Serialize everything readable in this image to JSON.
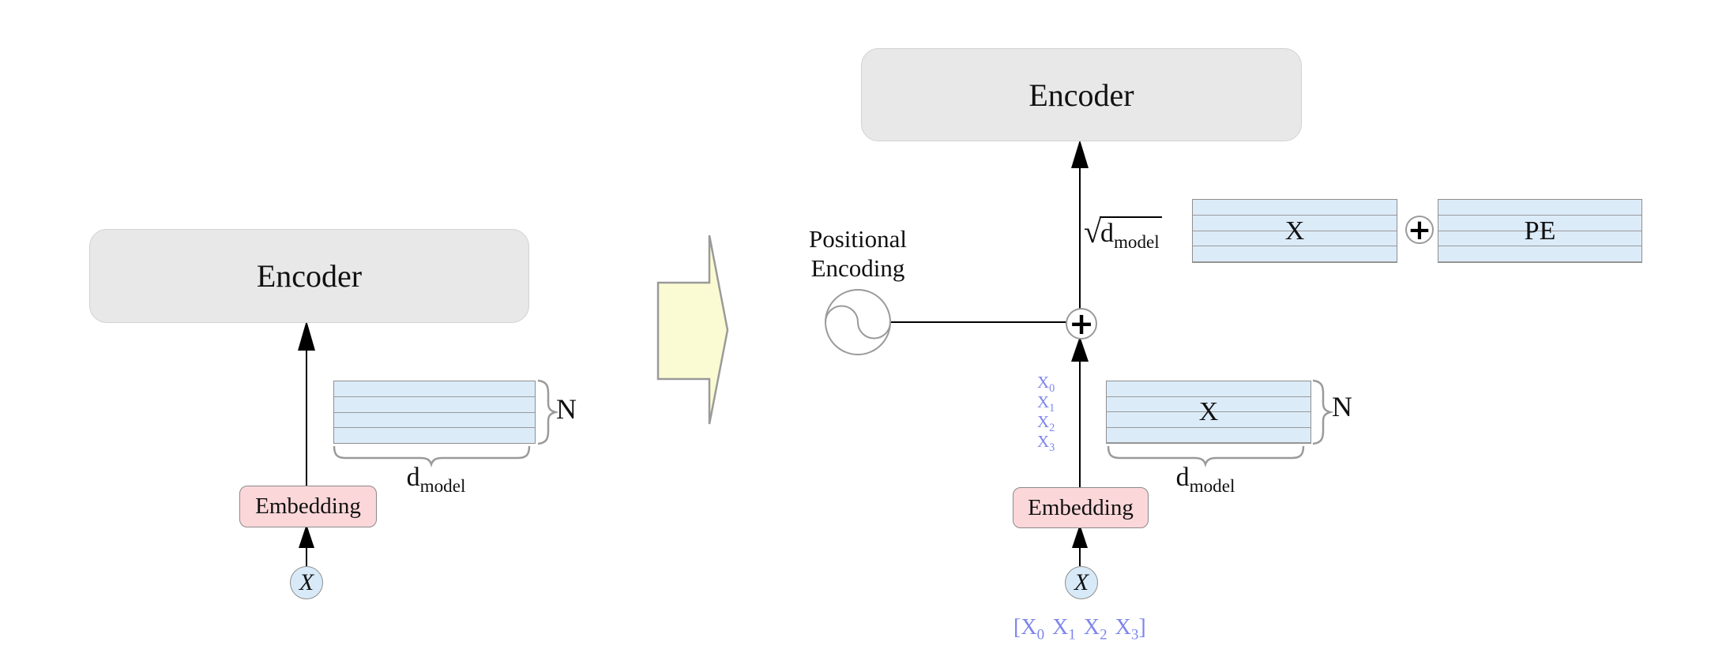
{
  "left_panel": {
    "encoder_label": "Encoder",
    "embedding_label": "Embedding",
    "input_label": "X",
    "matrix": {
      "row_count": 4,
      "n_label": "N",
      "dim_base": "d",
      "dim_sub": "model"
    }
  },
  "right_panel": {
    "encoder_label": "Encoder",
    "positional_line1": "Positional",
    "positional_line2": "Encoding",
    "scale_radical": "√",
    "scale_base": "d",
    "scale_sub": "model",
    "adder_plus": "+",
    "sum_plus": "+",
    "token_column": [
      {
        "base": "X",
        "sub": "0"
      },
      {
        "base": "X",
        "sub": "1"
      },
      {
        "base": "X",
        "sub": "2"
      },
      {
        "base": "X",
        "sub": "3"
      }
    ],
    "x_matrix_label": "X",
    "pe_matrix_label": "PE",
    "matrix": {
      "row_count": 4,
      "n_label": "N",
      "dim_base": "d",
      "dim_sub": "model"
    },
    "embedding_label": "Embedding",
    "input_label": "X",
    "sequence": {
      "open": "[",
      "close": "]",
      "tokens": [
        {
          "base": "X",
          "sub": "0"
        },
        {
          "base": "X",
          "sub": "1"
        },
        {
          "base": "X",
          "sub": "2"
        },
        {
          "base": "X",
          "sub": "3"
        }
      ]
    }
  },
  "colors": {
    "matrix_fill": "#dcebf8",
    "encoder_fill": "#e8e8e8",
    "embedding_fill": "#fcd7d9",
    "block_arrow_fill": "#fbfbd3",
    "token_text": "#7d85ec",
    "outline": "#9a9a9a"
  }
}
